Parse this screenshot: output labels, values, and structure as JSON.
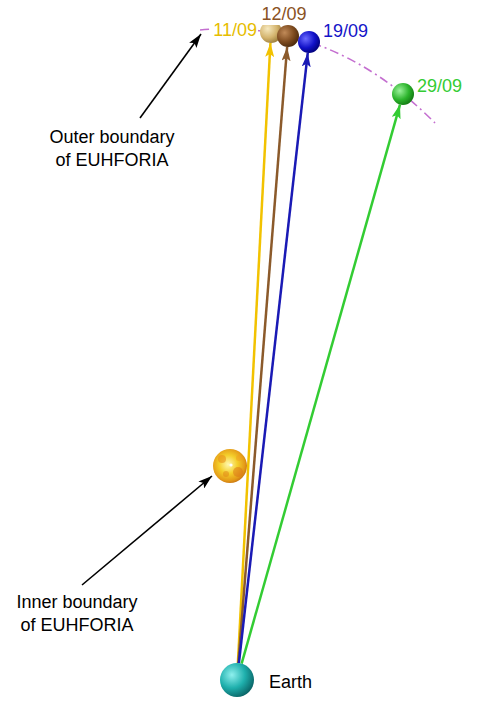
{
  "diagram": {
    "nodes": [
      {
        "text": [
          "Earth"
        ]
      },
      {
        "text": [
          "11/09"
        ]
      },
      {
        "text": [
          "12/09"
        ]
      },
      {
        "text": [
          "19/09"
        ]
      },
      {
        "text": [
          "29/09"
        ]
      }
    ],
    "edges": [
      {
        "from": 0,
        "to": 1,
        "arrow": "to"
      },
      {
        "from": 0,
        "to": 2,
        "arrow": "to"
      },
      {
        "from": 0,
        "to": 3,
        "arrow": "to"
      },
      {
        "from": 0,
        "to": 4,
        "arrow": "to"
      }
    ],
    "labels": [
      "Outer boundary of EUHFORIA",
      "Inner boundary of EUHFORIA"
    ]
  }
}
